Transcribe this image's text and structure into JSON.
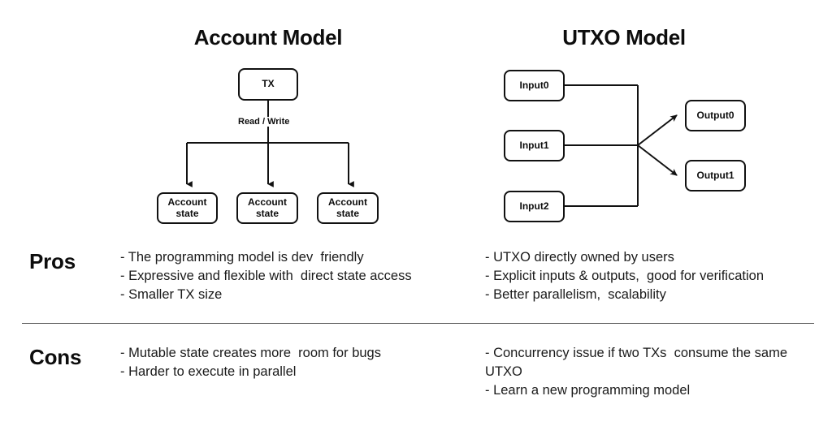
{
  "diagram": {
    "account_model": {
      "title": "Account Model",
      "tx_node": "TX",
      "edge_label": "Read / Write",
      "state_nodes": [
        "Account\nstate",
        "Account\nstate",
        "Account\nstate"
      ]
    },
    "utxo_model": {
      "title": "UTXO Model",
      "inputs": [
        "Input0",
        "Input1",
        "Input2"
      ],
      "outputs": [
        "Output0",
        "Output1"
      ]
    }
  },
  "comparison": {
    "pros_label": "Pros",
    "cons_label": "Cons",
    "pros": {
      "account": [
        "- The programming model is dev  friendly",
        "- Expressive and flexible with  direct state access",
        "- Smaller TX size"
      ],
      "utxo": [
        "- UTXO directly owned by users",
        "- Explicit inputs & outputs,  good for verification",
        "- Better parallelism,  scalability"
      ]
    },
    "cons": {
      "account": [
        "- Mutable state creates more  room for bugs",
        "- Harder to execute in parallel"
      ],
      "utxo": [
        "- Concurrency issue if two TXs  consume the same UTXO",
        "- Learn a new programming model"
      ]
    }
  },
  "colors": {
    "background": "#ffffff",
    "stroke": "#111111",
    "text": "#1a1a1a",
    "divider": "#555555"
  }
}
